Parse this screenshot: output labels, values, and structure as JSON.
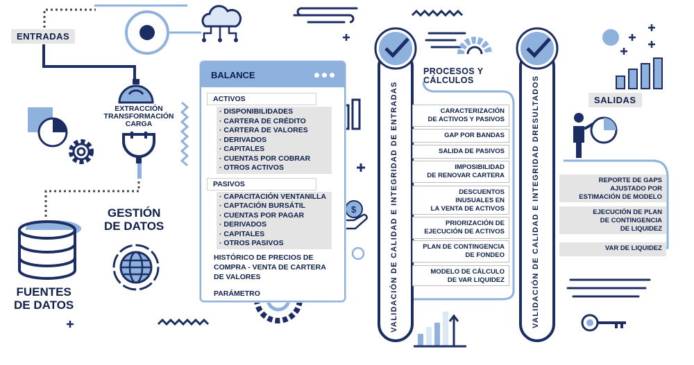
{
  "entradas": "ENTRADAS",
  "etl": [
    "EXTRACCIÓN",
    "TRANSFORMACIÓN",
    "CARGA"
  ],
  "gestion": [
    "GESTIÓN",
    "DE DATOS"
  ],
  "fuentes": [
    "FUENTES",
    "DE DATOS"
  ],
  "balance": {
    "title": "BALANCE",
    "activos_title": "ACTIVOS",
    "activos": [
      "DISPONIBILIDADES",
      "CARTERA DE CRÉDITO",
      "CARTERA DE VALORES",
      "DERIVADOS",
      "CAPITALES",
      "CUENTAS POR COBRAR",
      "OTROS ACTIVOS"
    ],
    "pasivos_title": "PASIVOS",
    "pasivos": [
      "CAPACITACIÓN VENTANILLA",
      "CAPTACIÓN BURSÁTIL",
      "CUENTAS POR PAGAR",
      "DERIVADOS",
      "CAPITALES",
      "OTROS PASIVOS"
    ],
    "historico": [
      "HISTÓRICO DE PRECIOS DE",
      "COMPRA - VENTA DE CARTERA",
      "DE VALORES"
    ],
    "parametro": "PARÁMETRO"
  },
  "validacion_entradas": "VALIDACIÓN DE CALIDAD E INTEGRIDAD DE ENTRADAS",
  "procesos_title": [
    "PROCESOS Y",
    "CÁLCULOS"
  ],
  "procesos": [
    [
      "CARACTERIZACIÓN",
      "DE ACTIVOS Y PASIVOS"
    ],
    [
      "GAP POR BANDAS"
    ],
    [
      "SALIDA DE PASIVOS"
    ],
    [
      "IMPOSIBILIDAD",
      "DE RENOVAR CARTERA"
    ],
    [
      "DESCUENTOS",
      "INUSUALES EN",
      "LA VENTA DE ACTIVOS"
    ],
    [
      "PRIORIZACIÓN DE",
      "EJECUCIÓN DE ACTIVOS"
    ],
    [
      "PLAN DE CONTINGENCIA",
      "DE FONDEO"
    ],
    [
      "MODELO DE CÁLCULO",
      "DE VAR LIQUIDEZ"
    ]
  ],
  "validacion_resultados": "VALIDACIÓN DE CALIDAD E INTEGRIDAD DRESULTADOS",
  "salidas": "SALIDAS",
  "outputs": [
    [
      "REPORTE DE GAPS",
      "AJUSTADO POR",
      "ESTIMACIÓN DE MODELO"
    ],
    [
      "EJECUCIÓN DE PLAN",
      "DE CONTINGENCIA",
      "DE LIQUIDEZ"
    ],
    [
      "VAR DE LIQUIDEZ"
    ]
  ],
  "colors": {
    "navy": "#1b2d63",
    "blue": "#8eb1dd",
    "grey": "#e4e4e4"
  }
}
